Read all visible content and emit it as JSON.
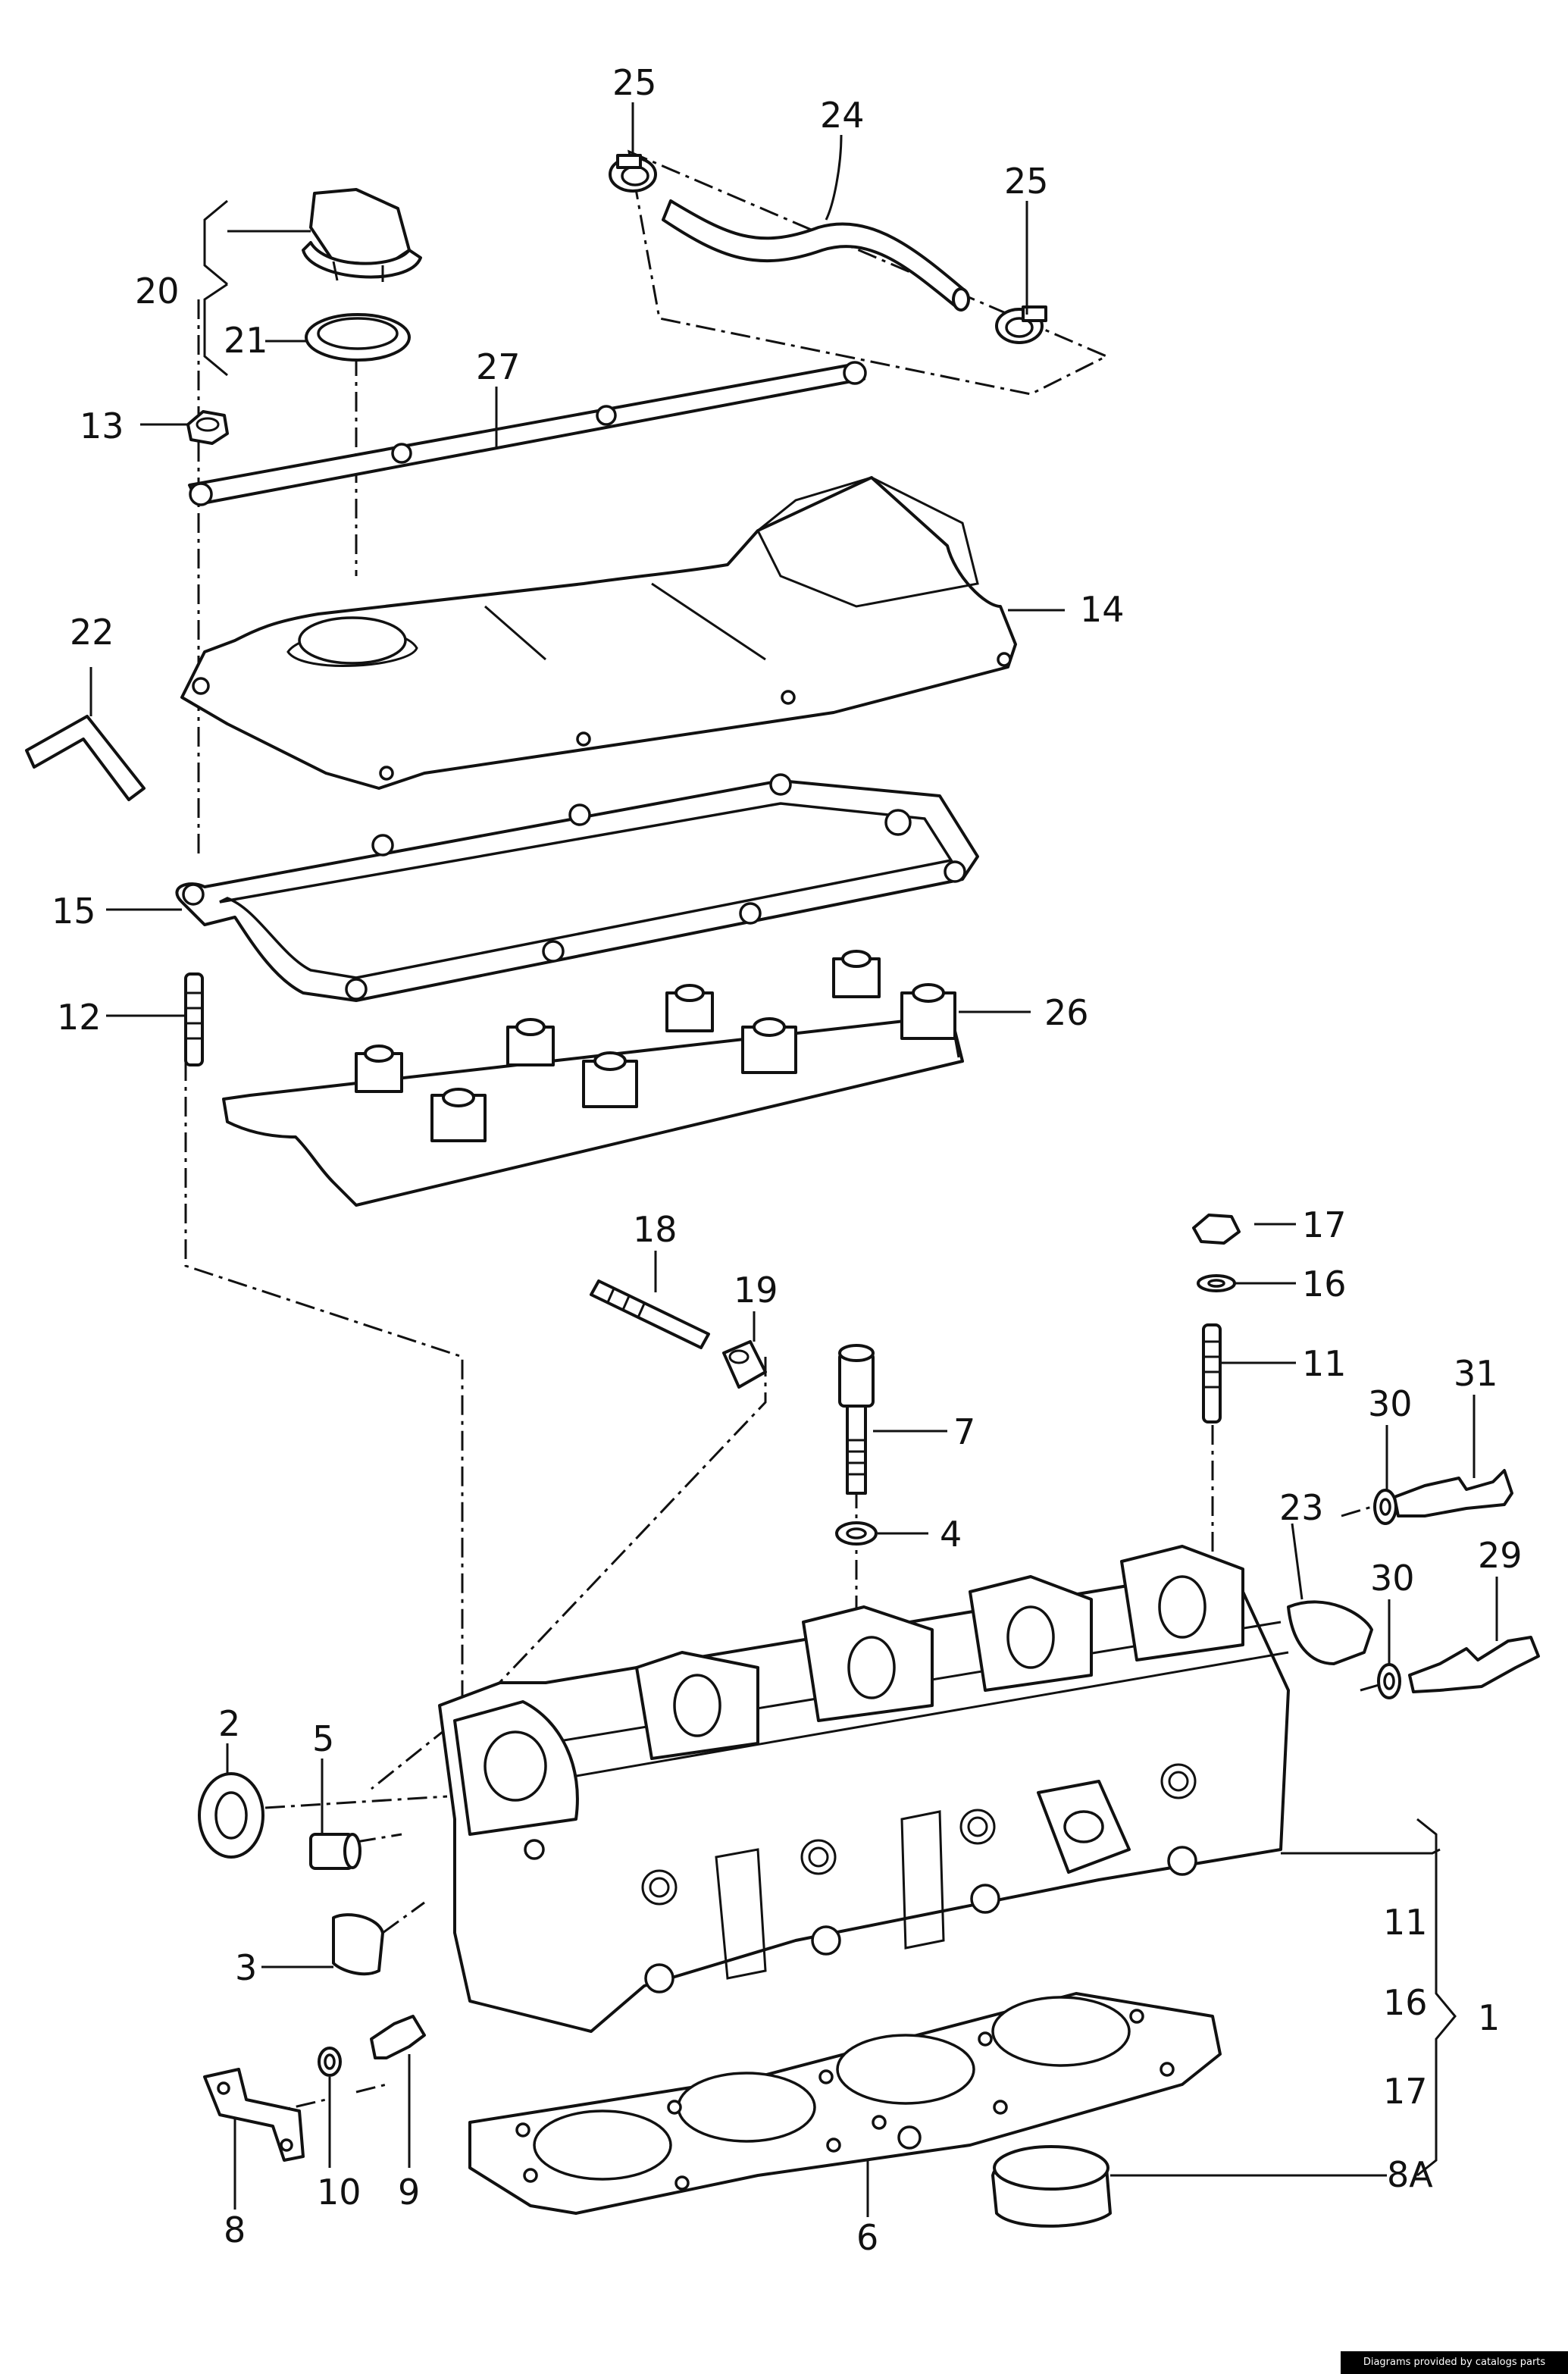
{
  "callouts": {
    "c25a": "25",
    "c24": "24",
    "c25b": "25",
    "c20": "20",
    "c21": "21",
    "c27": "27",
    "c13": "13",
    "c14": "14",
    "c22": "22",
    "c15": "15",
    "c12": "12",
    "c26": "26",
    "c18": "18",
    "c19": "19",
    "c17a": "17",
    "c16a": "16",
    "c11a": "11",
    "c7": "7",
    "c4": "4",
    "c30a": "30",
    "c31": "31",
    "c23": "23",
    "c30b": "30",
    "c29": "29",
    "c2": "2",
    "c5": "5",
    "c3": "3",
    "c11b": "11",
    "c16b": "16",
    "c17b": "17",
    "c1": "1",
    "c8A": "8A",
    "c8": "8",
    "c10": "10",
    "c9": "9",
    "c6": "6"
  },
  "footer": {
    "credit": "Diagrams provided by catalogs parts"
  }
}
